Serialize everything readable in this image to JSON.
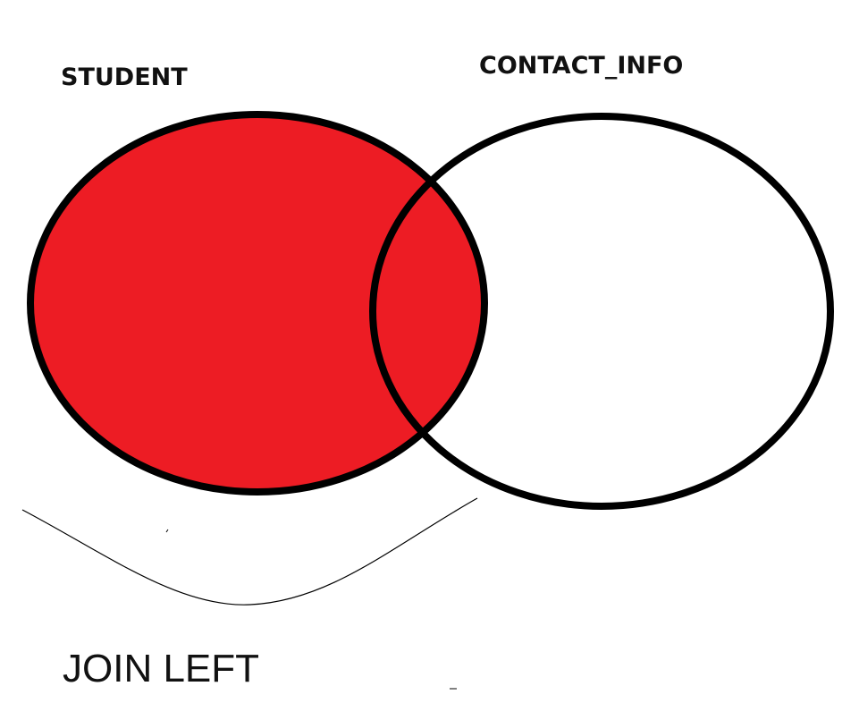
{
  "diagram": {
    "left_set": {
      "label": "STUDENT",
      "highlighted": true
    },
    "right_set": {
      "label": "CONTACT_INFO",
      "highlighted": false
    },
    "overlap_highlighted": true,
    "caption": "JOIN LEFT"
  },
  "colors": {
    "highlight": "#ED1C24",
    "outline": "#000000",
    "background": "#FFFFFF"
  }
}
